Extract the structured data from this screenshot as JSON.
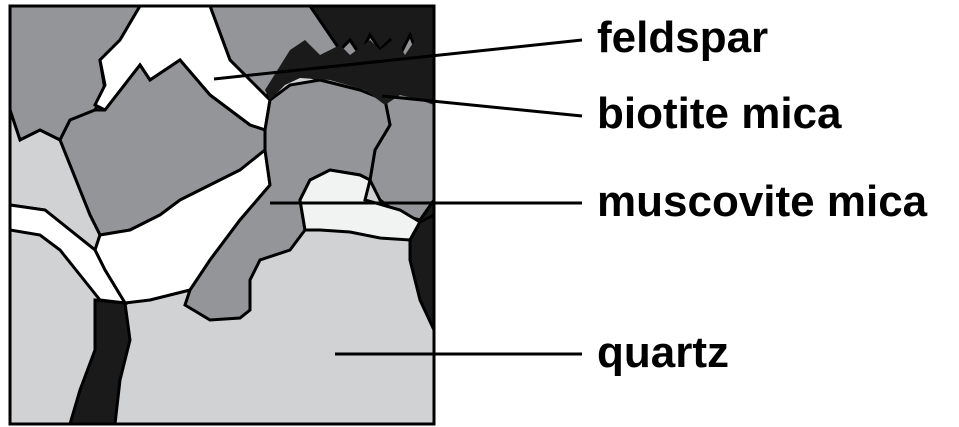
{
  "labels": [
    {
      "id": "feldspar",
      "text": "feldspar"
    },
    {
      "id": "biotite",
      "text": "biotite mica"
    },
    {
      "id": "muscovite",
      "text": "muscovite mica"
    },
    {
      "id": "quartz",
      "text": "quartz"
    }
  ],
  "colors": {
    "quartz": "#d1d2d4",
    "biotite": "#1a1a1a",
    "feldspar_dark": "#939598",
    "feldspar_light": "#ffffff",
    "muscovite": "#f1f2f2",
    "outline": "#000000"
  }
}
